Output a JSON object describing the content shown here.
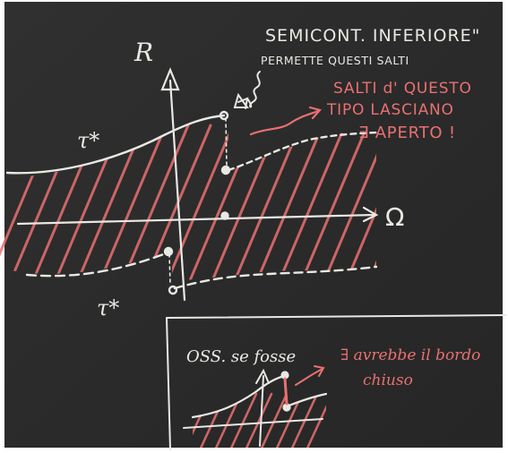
{
  "colors": {
    "board": "#2c2c2c",
    "chalk_white": "#e9e9e4",
    "chalk_red": "#ea7070"
  },
  "labels": {
    "axis_y": "R",
    "axis_x": "Ω",
    "tau_upper": "τ*",
    "tau_lower": "τ*",
    "heading_line1": "SEMICONT.  INFERIORE\"",
    "heading_line2": "PERMETTE QUESTI SALTI",
    "red_note": [
      "SALTI d' QUESTO",
      "TIPO LASCIANO",
      "∃ APERTO !"
    ],
    "oss_lead": "OSS. se fosse",
    "oss_note": [
      "∃ avrebbe il bordo",
      "chiuso"
    ]
  },
  "icons": [
    "squiggle-arrow-icon",
    "red-arrow-icon",
    "up-arrow-icon"
  ]
}
